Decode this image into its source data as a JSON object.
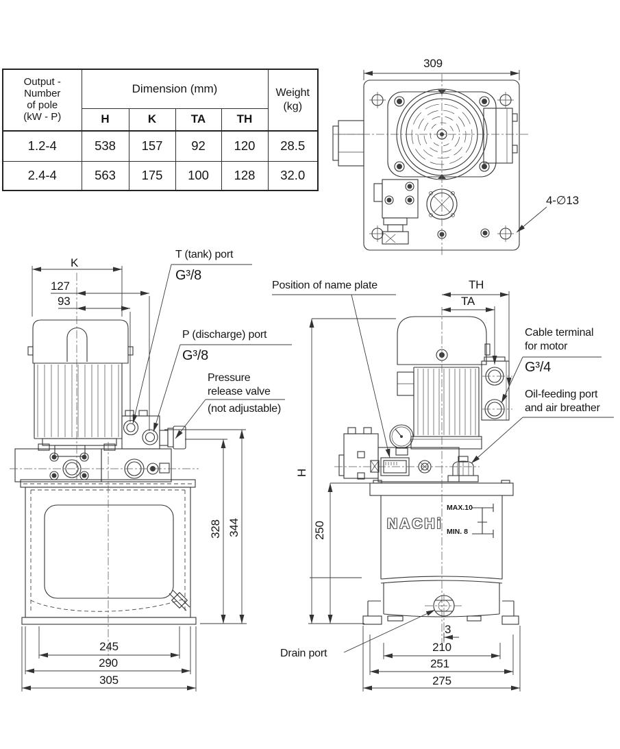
{
  "table": {
    "col1_header_lines": [
      "Output -",
      "Number",
      "of pole",
      "(kW - P)"
    ],
    "dimension_header": "Dimension (mm)",
    "weight_header_lines": [
      "Weight",
      "(kg)"
    ],
    "sub_headers": [
      "H",
      "K",
      "TA",
      "TH"
    ],
    "rows": [
      {
        "output": "1.2-4",
        "h": "538",
        "k": "157",
        "ta": "92",
        "th": "120",
        "weight": "28.5"
      },
      {
        "output": "2.4-4",
        "h": "563",
        "k": "175",
        "ta": "100",
        "th": "128",
        "weight": "32.0"
      }
    ]
  },
  "top_view": {
    "width_dim": "309",
    "holes_note": "4-∅13"
  },
  "side_view": {
    "k_label": "K",
    "dim_127": "127",
    "dim_93": "93",
    "tank_port_label": "T (tank) port",
    "tank_port_size": "G³/8",
    "discharge_port_label": "P (discharge) port",
    "discharge_port_size": "G³/8",
    "pressure_valve_line1": "Pressure",
    "pressure_valve_line2": "release valve",
    "pressure_valve_line3": "(not adjustable)",
    "dim_328": "328",
    "dim_344": "344",
    "dim_245": "245",
    "dim_290": "290",
    "dim_305": "305"
  },
  "front_view": {
    "name_plate_label": "Position of name plate",
    "th_label": "TH",
    "ta_label": "TA",
    "cable_terminal_line1": "Cable terminal",
    "cable_terminal_line2": "for motor",
    "cable_terminal_size": "G³/4",
    "oil_port_line1": "Oil-feeding port",
    "oil_port_line2": "and air breather",
    "h_label": "H",
    "dim_250": "250",
    "brand": "NACHi",
    "oil_level_max": "MAX.10",
    "oil_level_min": "MIN. 8",
    "drain_label": "Drain port",
    "dim_3": "3",
    "dim_210": "210",
    "dim_251": "251",
    "dim_275": "275"
  }
}
